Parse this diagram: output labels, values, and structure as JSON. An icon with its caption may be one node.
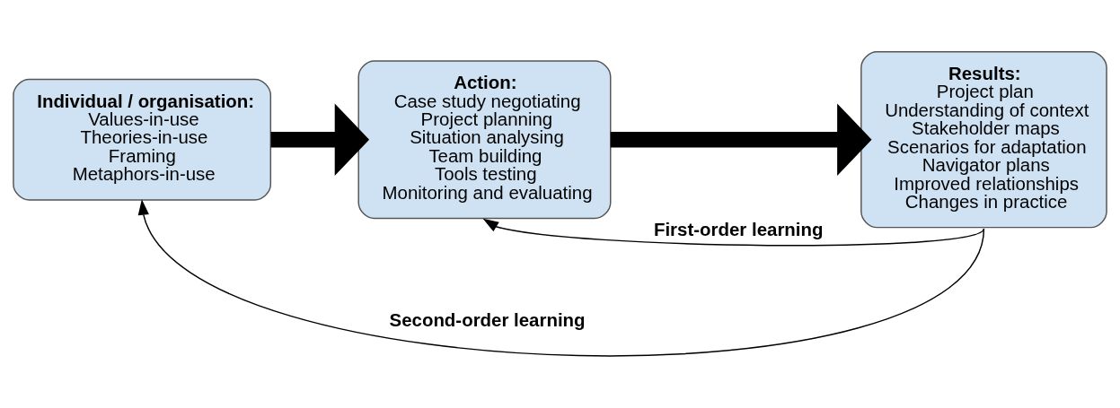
{
  "diagram": {
    "nodes": [
      {
        "text": [
          "Individual / organisation:",
          "Values-in-use",
          "Theories-in-use",
          "Framing",
          "Metaphors-in-use"
        ]
      },
      {
        "text": [
          "Action:",
          "Case study negotiating",
          "Project planning",
          "Situation analysing",
          "Team building",
          "Tools testing",
          "Monitoring and evaluating"
        ]
      },
      {
        "text": [
          "Results:",
          "Project plan",
          "Understanding of context",
          "Stakeholder maps",
          "Scenarios for adaptation",
          "Navigator plans",
          "Improved relationships",
          "Changes in practice"
        ]
      }
    ],
    "edges": [
      {
        "from": 0,
        "to": 1,
        "arrow": "to",
        "style": "thick"
      },
      {
        "from": 1,
        "to": 2,
        "arrow": "to",
        "style": "thick"
      },
      {
        "from": 2,
        "to": 1,
        "arrow": "to",
        "label": "First-order learning"
      },
      {
        "from": 2,
        "to": 0,
        "arrow": "to",
        "label": "Second-order learning"
      }
    ]
  }
}
